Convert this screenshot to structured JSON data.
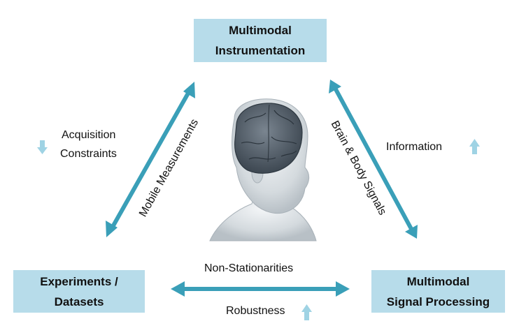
{
  "nodes": {
    "top": {
      "line1": "Multimodal",
      "line2": "Instrumentation"
    },
    "left": {
      "line1": "Experiments /",
      "line2": "Datasets"
    },
    "right": {
      "line1": "Multimodal",
      "line2": "Signal Processing"
    }
  },
  "edges": {
    "left_diagonal": "Mobile Measurements",
    "right_diagonal": "Brain & Body Signals",
    "bottom_top_label": "Non-Stationarities",
    "bottom_bottom_label": "Robustness"
  },
  "side_labels": {
    "acquisition_line1": "Acquisition",
    "acquisition_line2": "Constraints",
    "information": "Information"
  },
  "colors": {
    "box_fill": "#b7dcea",
    "arrow": "#3a9fb8",
    "small_arrow": "#9fd3e4"
  },
  "icons": {
    "center": "head-brain-icon",
    "acquisition_trend": "arrow-down-icon",
    "information_trend": "arrow-up-icon",
    "robustness_trend": "arrow-up-icon"
  }
}
